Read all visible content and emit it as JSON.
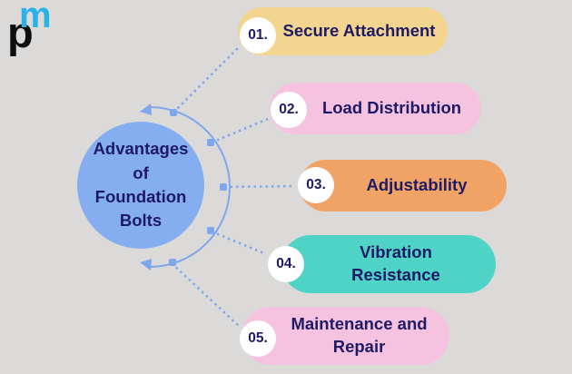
{
  "colors": {
    "background": "#dbdad8",
    "navy": "#1e1a66",
    "connector": "#7ea7ee",
    "center_circle": "#85aef0",
    "logo_blue": "#29b2e8",
    "logo_black": "#0e0e0e",
    "white": "#ffffff"
  },
  "logo": {
    "letter_p": "p",
    "letter_m": "m"
  },
  "center": {
    "title": "Advantages\nof\nFoundation\nBolts"
  },
  "items": [
    {
      "number": "01.",
      "label": "Secure Attachment",
      "color": "#f3d58f"
    },
    {
      "number": "02.",
      "label": "Load Distribution",
      "color": "#f5c3df"
    },
    {
      "number": "03.",
      "label": "Adjustability",
      "color": "#f0a365"
    },
    {
      "number": "04.",
      "label": "Vibration\nResistance",
      "color": "#4fd3c7"
    },
    {
      "number": "05.",
      "label": "Maintenance and\nRepair",
      "color": "#f5c3df"
    }
  ]
}
